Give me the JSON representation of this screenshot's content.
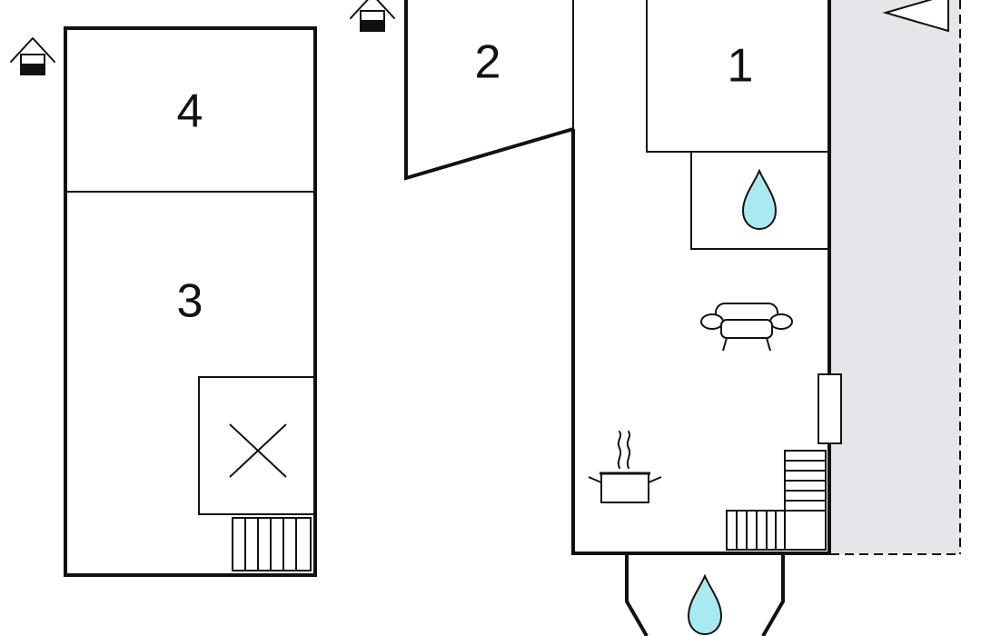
{
  "rooms": [
    {
      "id": "1",
      "label": "1"
    },
    {
      "id": "2",
      "label": "2"
    },
    {
      "id": "3",
      "label": "3"
    },
    {
      "id": "4",
      "label": "4"
    }
  ],
  "icons": {
    "entrance": "house-entrance-icon",
    "bathroom": "water-drop-icon",
    "living": "sofa-icon",
    "kitchen": "cooking-pot-icon",
    "stairs": "stairs-icon",
    "void": "cross-void-icon",
    "north": "north-arrow-icon"
  },
  "colors": {
    "wall": "#111111",
    "terrace": "#e5e5ea",
    "water": "#a8eaf0",
    "background": "#ffffff"
  }
}
